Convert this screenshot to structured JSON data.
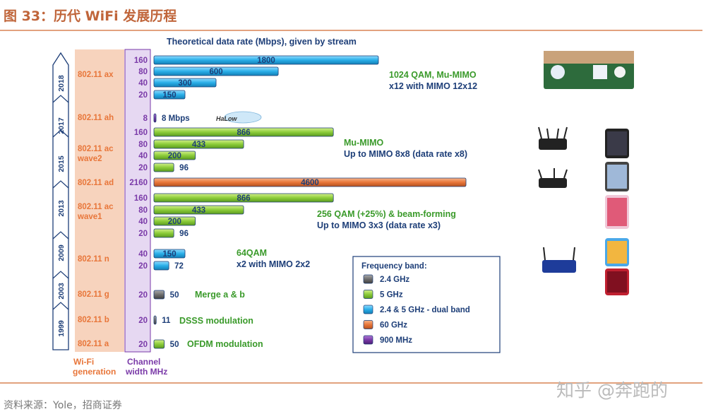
{
  "header": {
    "title": "图 33：历代 WiFi 发展历程"
  },
  "source": "资料来源：Yole，招商证券",
  "watermark": "知乎 @奔跑的",
  "chart_data": {
    "type": "bar",
    "orientation": "horizontal",
    "title": "Theoretical data rate (Mbps), given by stream",
    "years": [
      "2018",
      "2017",
      "2015",
      "2013",
      "2009",
      "2003",
      "1999"
    ],
    "col_labels": {
      "generation": "Wi-Fi generation",
      "channel": "Channel width MHz"
    },
    "bars": [
      {
        "gen": "802.11 ax",
        "ch": "160",
        "value": 1800,
        "label": "1800",
        "band": "dual"
      },
      {
        "gen": "",
        "ch": "80",
        "value": 600,
        "label": "600",
        "band": "dual"
      },
      {
        "gen": "",
        "ch": "40",
        "value": 300,
        "label": "300",
        "band": "dual"
      },
      {
        "gen": "",
        "ch": "20",
        "value": 150,
        "label": "150",
        "band": "dual"
      },
      {
        "gen": "802.11 ah",
        "ch": "8",
        "value": 8,
        "label": "8 Mbps",
        "band": "900"
      },
      {
        "gen": "",
        "ch": "160",
        "value": 866,
        "label": "866",
        "band": "5"
      },
      {
        "gen": "802.11 ac wave2",
        "ch": "80",
        "value": 433,
        "label": "433",
        "band": "5"
      },
      {
        "gen": "",
        "ch": "40",
        "value": 200,
        "label": "200",
        "band": "5"
      },
      {
        "gen": "",
        "ch": "20",
        "value": 96,
        "label": "96",
        "band": "5"
      },
      {
        "gen": "802.11 ad",
        "ch": "2160",
        "value": 4600,
        "label": "4600",
        "band": "60"
      },
      {
        "gen": "",
        "ch": "160",
        "value": 866,
        "label": "866",
        "band": "5"
      },
      {
        "gen": "802.11 ac wave1",
        "ch": "80",
        "value": 433,
        "label": "433",
        "band": "5"
      },
      {
        "gen": "",
        "ch": "40",
        "value": 200,
        "label": "200",
        "band": "5"
      },
      {
        "gen": "",
        "ch": "20",
        "value": 96,
        "label": "96",
        "band": "5"
      },
      {
        "gen": "802.11 n",
        "ch": "40",
        "value": 150,
        "label": "150",
        "band": "dual"
      },
      {
        "gen": "",
        "ch": "20",
        "value": 72,
        "label": "72",
        "band": "dual"
      },
      {
        "gen": "802.11 g",
        "ch": "20",
        "value": 50,
        "label": "50",
        "band": "2.4"
      },
      {
        "gen": "802.11 b",
        "ch": "20",
        "value": 11,
        "label": "11",
        "band": "2.4"
      },
      {
        "gen": "802.11 a",
        "ch": "20",
        "value": 50,
        "label": "50",
        "band": "5"
      }
    ],
    "annotations": [
      {
        "line1": "1024 QAM, Mu-MIMO",
        "line2": "x12 with MIMO 12x12"
      },
      {
        "line1": "Mu-MIMO",
        "line2": "Up to MIMO 8x8 (data rate x8)"
      },
      {
        "line1": "256 QAM (+25%) & beam-forming",
        "line2": "Up to MIMO 3x3 (data rate x3)"
      },
      {
        "line1": "64QAM",
        "line2": "x2 with MIMO 2x2"
      },
      {
        "line1": "Merge a & b",
        "line2": ""
      },
      {
        "line1": "DSSS modulation",
        "line2": ""
      },
      {
        "line1": "OFDM modulation",
        "line2": ""
      }
    ],
    "legend": {
      "title": "Frequency band:",
      "position": "bottom-right",
      "items": [
        {
          "key": "2.4",
          "label": "2.4 GHz"
        },
        {
          "key": "5",
          "label": "5 GHz"
        },
        {
          "key": "dual",
          "label": "2.4 & 5 GHz - dual band"
        },
        {
          "key": "60",
          "label": "60 GHz"
        },
        {
          "key": "900",
          "label": "900 MHz"
        }
      ]
    },
    "colors": {
      "2.4": "#6e6e6e",
      "5": "#8ccc3a",
      "dual": "#2aaee8",
      "60": "#e8763a",
      "900": "#7a3aa8"
    },
    "logo": "HaLow"
  }
}
